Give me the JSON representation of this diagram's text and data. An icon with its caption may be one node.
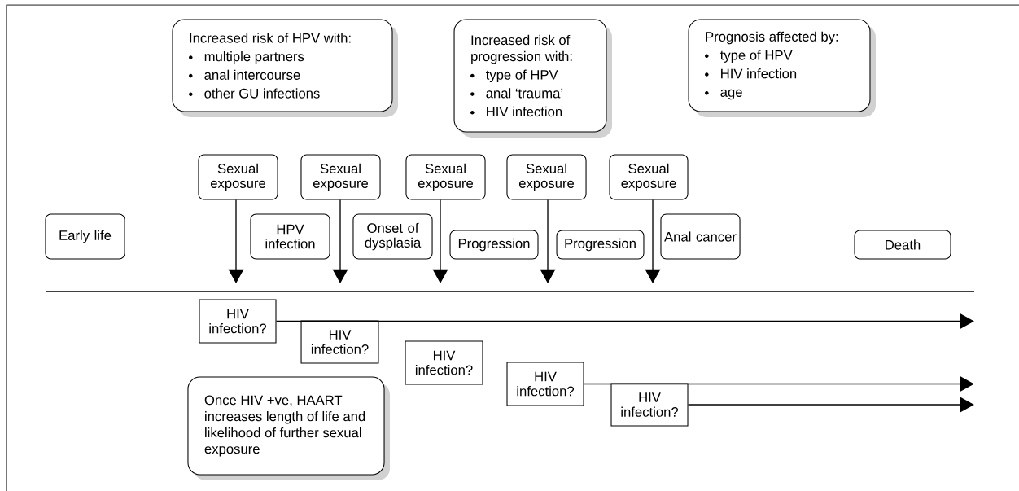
{
  "diagram": {
    "nodes": [
      {
        "text": [
          "Increased risk of HPV with:",
          "multiple partners",
          "anal intercourse",
          "other GU infections"
        ]
      },
      {
        "text": [
          "Increased risk of progression with:",
          "type of HPV",
          "anal ‘trauma’",
          "HIV infection"
        ]
      },
      {
        "text": [
          "Prognosis affected by:",
          "type of HPV",
          "HIV infection",
          "age"
        ]
      },
      {
        "text": [
          "Sexual exposure"
        ]
      },
      {
        "text": [
          "Sexual exposure"
        ]
      },
      {
        "text": [
          "Sexual exposure"
        ]
      },
      {
        "text": [
          "Sexual exposure"
        ]
      },
      {
        "text": [
          "Sexual exposure"
        ]
      },
      {
        "text": [
          "Early life"
        ]
      },
      {
        "text": [
          "HPV infection"
        ]
      },
      {
        "text": [
          "Onset of dysplasia"
        ]
      },
      {
        "text": [
          "Progression"
        ]
      },
      {
        "text": [
          "Progression"
        ]
      },
      {
        "text": [
          "Anal cancer"
        ]
      },
      {
        "text": [
          "Death"
        ]
      },
      {
        "text": [
          "HIV infection?"
        ]
      },
      {
        "text": [
          "HIV infection?"
        ]
      },
      {
        "text": [
          "HIV infection?"
        ]
      },
      {
        "text": [
          "HIV infection?"
        ]
      },
      {
        "text": [
          "HIV infection?"
        ]
      },
      {
        "text": [
          "Once HIV +ve, HAART increases length of life and likelihood of further sexual exposure"
        ]
      }
    ],
    "edges": [
      {
        "from": 3,
        "to": null,
        "arrow": "to"
      },
      {
        "from": 4,
        "to": null,
        "arrow": "to"
      },
      {
        "from": 5,
        "to": null,
        "arrow": "to"
      },
      {
        "from": 6,
        "to": null,
        "arrow": "to"
      },
      {
        "from": 7,
        "to": null,
        "arrow": "to"
      },
      {
        "from": 15,
        "to": null,
        "arrow": "to"
      },
      {
        "from": 18,
        "to": null,
        "arrow": "to"
      },
      {
        "from": 19,
        "to": null,
        "arrow": "to"
      }
    ]
  }
}
